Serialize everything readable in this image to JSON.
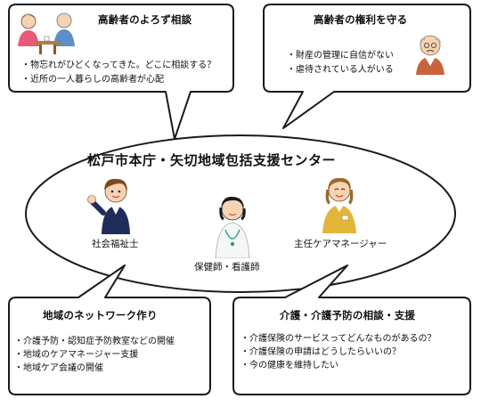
{
  "center": {
    "title": "松戸市本庁・矢切地域包括支援センター",
    "roles": [
      "社会福祉士",
      "保健師・看護師",
      "主任ケアマネージャー"
    ]
  },
  "boxes": {
    "top_left": {
      "title": "高齢者のよろず相談",
      "items": [
        "・物忘れがひどくなってきた。どこに相談する？",
        "・近所の一人暮らしの高齢者が心配"
      ]
    },
    "top_right": {
      "title": "高齢者の権利を守る",
      "items": [
        "・財産の管理に自信がない",
        "・虐待されている人がいる"
      ]
    },
    "bottom_left": {
      "title": "地域のネットワーク作り",
      "items": [
        "・介護予防・認知症予防教室などの開催",
        "・地域のケアマネージャー支援",
        "・地域ケア会議の開催"
      ]
    },
    "bottom_right": {
      "title": "介護・介護予防の相談・支援",
      "items": [
        "・介護保険のサービスってどんなものがあるの？",
        "・介護保険の申請はどうしたらいいの？",
        "・今の健康を維持したい"
      ]
    }
  }
}
